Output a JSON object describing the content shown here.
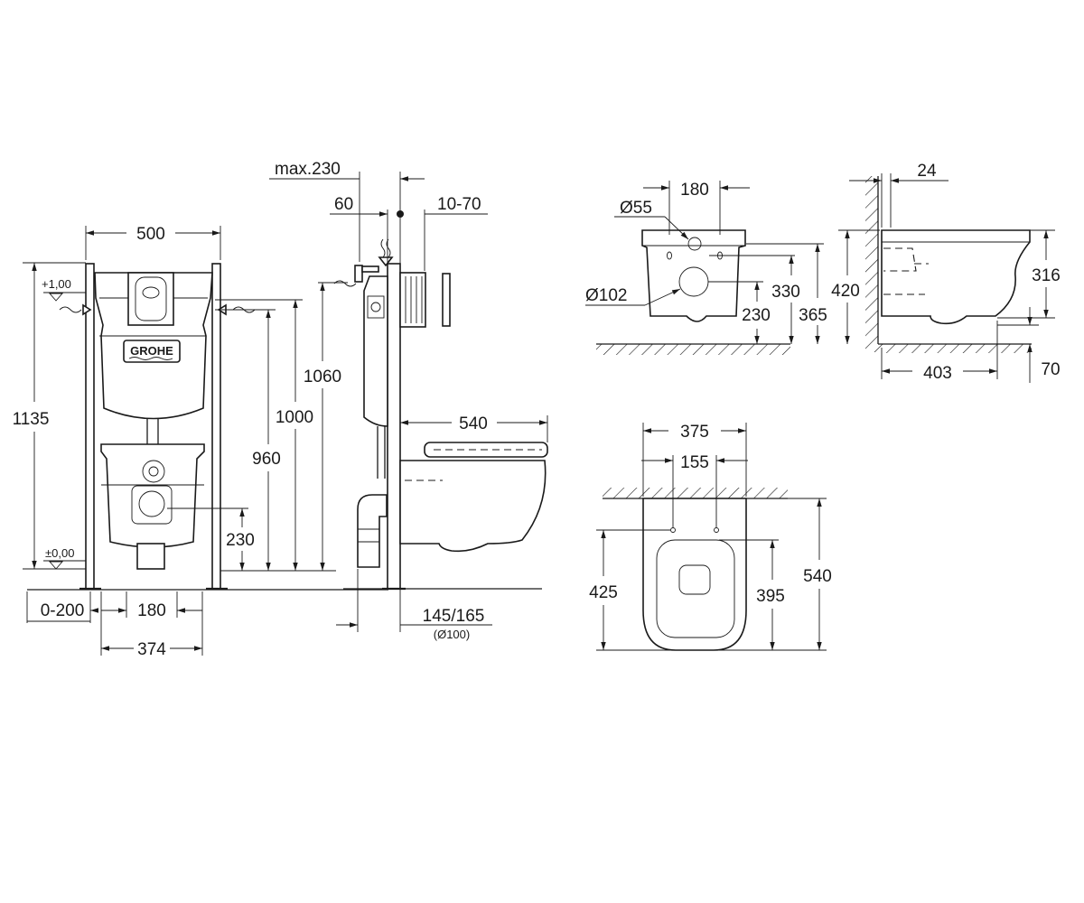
{
  "labels": {
    "max_230": "max.230",
    "d_60": "60",
    "d_10_70": "10-70",
    "d_500": "500",
    "lvl_plus": "+1,00",
    "lvl_zero": "±0,00",
    "d_1135": "1135",
    "d_1060": "1060",
    "d_1000": "1000",
    "d_960": "960",
    "d_230_front": "230",
    "d_0_200": "0-200",
    "d_180_front": "180",
    "d_374": "374",
    "d_540_side": "540",
    "d_145_165": "145/165",
    "d_diam100": "(Ø100)",
    "brand": "GROHE",
    "d_180_top": "180",
    "d_diam55": "Ø55",
    "d_diam102": "Ø102",
    "d_330": "330",
    "d_230_bowl": "230",
    "d_365": "365",
    "d_24": "24",
    "d_420": "420",
    "d_316": "316",
    "d_403": "403",
    "d_70": "70",
    "d_375": "375",
    "d_155": "155",
    "d_425": "425",
    "d_395": "395",
    "d_540_plan": "540"
  },
  "colors": {
    "line": "#1a1a1a",
    "background": "#ffffff"
  }
}
